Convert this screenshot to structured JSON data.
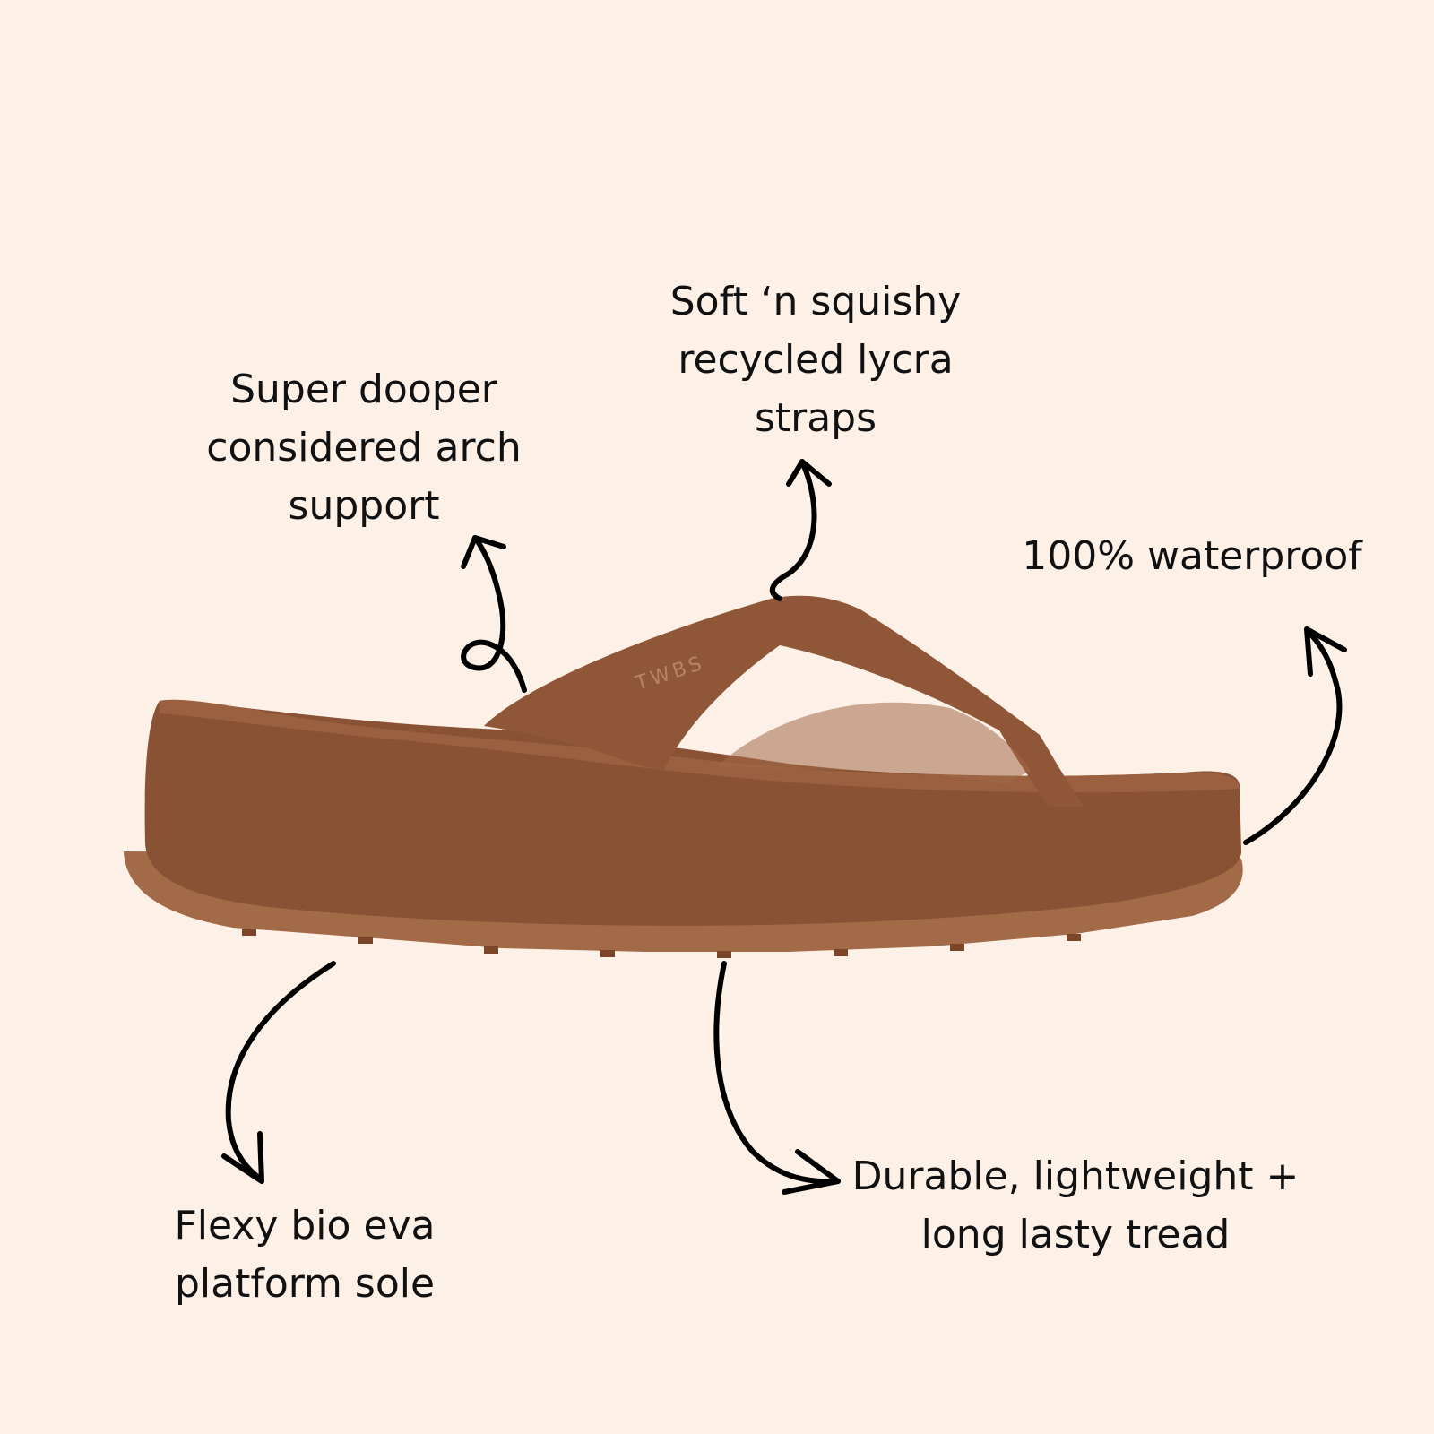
{
  "colors": {
    "background": "#fdf0e7",
    "sole": "#8a5234",
    "sole_light": "#9a6040",
    "sole_dark": "#7a4529",
    "tread": "#a36a48",
    "strap": "#8f5637",
    "text": "#111111",
    "arrow": "#000000"
  },
  "product": {
    "name": "platform-flip-flop",
    "brand_mark": "TWBS"
  },
  "callouts": {
    "arch": [
      "Super dooper",
      "considered arch",
      "support"
    ],
    "straps": [
      "Soft ‘n squishy",
      "recycled lycra",
      "straps"
    ],
    "waterproof": [
      "100% waterproof"
    ],
    "sole": [
      "Flexy bio eva",
      "platform sole"
    ],
    "tread": [
      "Durable, lightweight +",
      "long lasty tread"
    ]
  }
}
